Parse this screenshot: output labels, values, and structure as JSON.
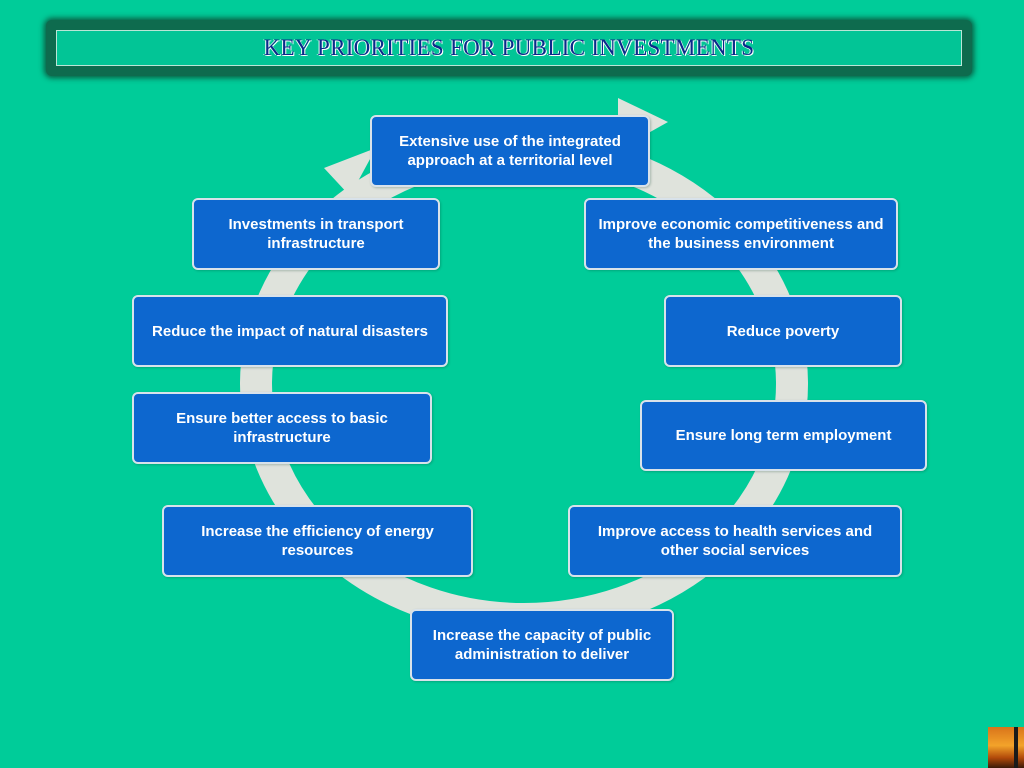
{
  "title": "KEY PRIORITIES FOR PUBLIC INVESTMENTS",
  "colors": {
    "background": "#00cc99",
    "node_fill": "#0d67cf",
    "ring": "#dfe3dc",
    "title_text": "#0a2a8a"
  },
  "nodes": [
    "Extensive use of the integrated approach at a territorial level",
    "Improve economic competitiveness and the business environment",
    "Reduce poverty",
    "Ensure long term employment",
    "Improve access to health services and other social services",
    "Increase the capacity of public administration to deliver",
    "Increase the efficiency of energy resources",
    "Ensure better access to basic infrastructure",
    "Reduce the impact of natural disasters",
    "Investments in transport infrastructure"
  ]
}
